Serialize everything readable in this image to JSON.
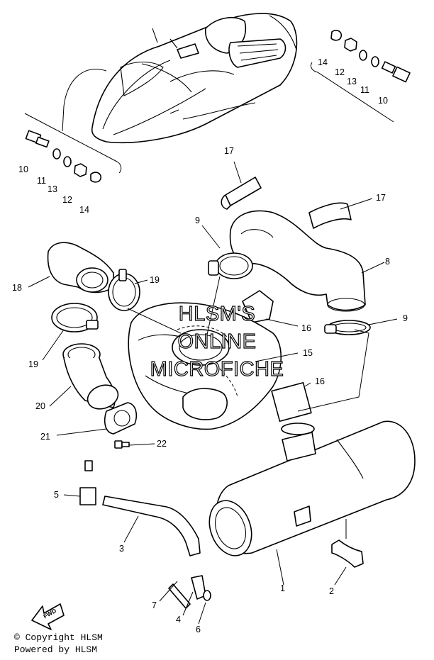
{
  "callouts": {
    "c1": "1",
    "c2": "2",
    "c3": "3",
    "c4": "4",
    "c5": "5",
    "c6": "6",
    "c7": "7",
    "c8": "8",
    "c9a": "9",
    "c9b": "9",
    "c10a": "10",
    "c10b": "10",
    "c11a": "11",
    "c11b": "11",
    "c12a": "12",
    "c12b": "12",
    "c13a": "13",
    "c13b": "13",
    "c14a": "14",
    "c14b": "14",
    "c15": "15",
    "c16a": "16",
    "c16b": "16",
    "c17a": "17",
    "c17b": "17",
    "c18": "18",
    "c19a": "19",
    "c19b": "19",
    "c20": "20",
    "c21": "21",
    "c22": "22"
  },
  "watermark": {
    "line1": "HLSM'S",
    "line2": "ONLINE",
    "line3": "MICROFICHE"
  },
  "fwd_label": "FWD",
  "footer": {
    "copyright": "© Copyright HLSM",
    "powered": "Powered by HLSM"
  }
}
